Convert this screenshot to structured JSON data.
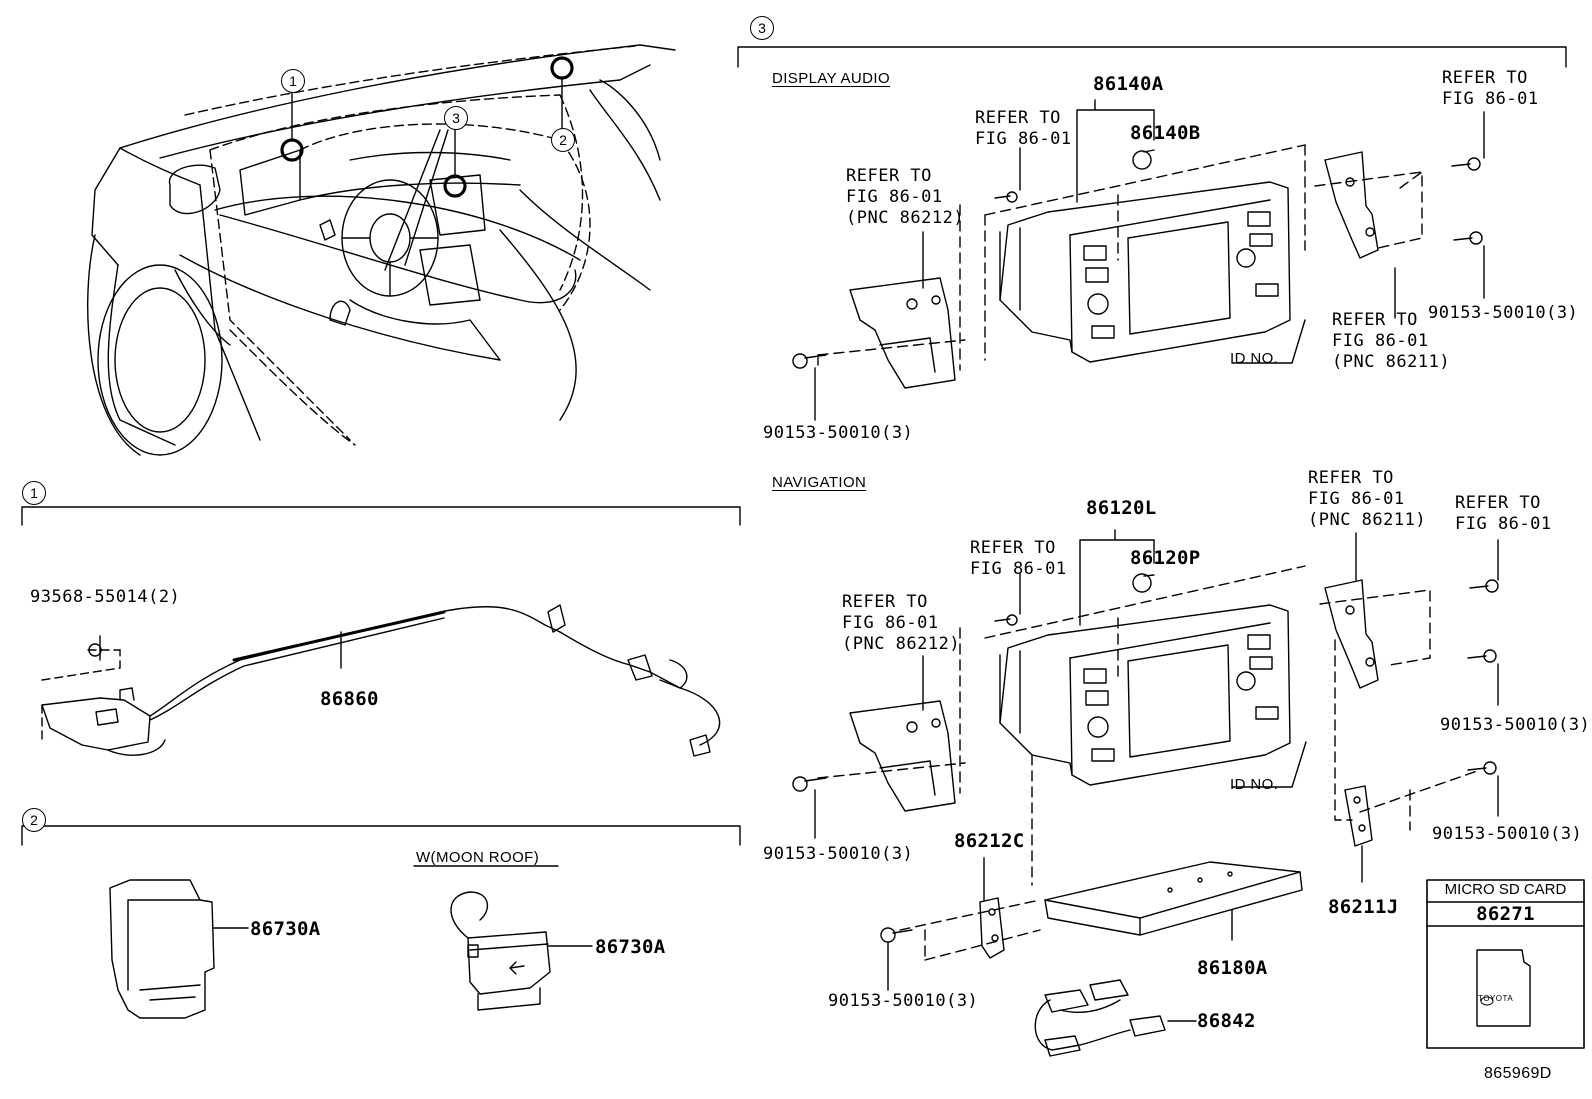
{
  "callouts": {
    "one": "1",
    "two": "2",
    "three": "3"
  },
  "section3": {
    "display_audio": {
      "heading": "DISPLAY AUDIO",
      "unit_pn": "86140A",
      "unit_sub_pn": "86140B",
      "ref_left": [
        "REFER TO",
        "FIG 86-01",
        "(PNC 86212)"
      ],
      "ref_mid": [
        "REFER TO",
        "FIG 86-01"
      ],
      "ref_right_top": [
        "REFER TO",
        "FIG 86-01"
      ],
      "ref_right_bottom": [
        "REFER TO",
        "FIG 86-01",
        "(PNC 86211)"
      ],
      "screw_left": "90153-50010(3)",
      "screw_right": "90153-50010(3)",
      "id_no": "ID NO."
    },
    "navigation": {
      "heading": "NAVIGATION",
      "unit_pn": "86120L",
      "unit_sub_pn": "86120P",
      "ref_left": [
        "REFER TO",
        "FIG 86-01",
        "(PNC 86212)"
      ],
      "ref_mid": [
        "REFER TO",
        "FIG 86-01"
      ],
      "ref_top_right": [
        "REFER TO",
        "FIG 86-01",
        "(PNC 86211)"
      ],
      "ref_far_right": [
        "REFER TO",
        "FIG 86-01"
      ],
      "screw_left": "90153-50010(3)",
      "screw_right_a": "90153-50010(3)",
      "screw_right_b": "90153-50010(3)",
      "screw_bottom": "90153-50010(3)",
      "id_no": "ID NO.",
      "bracket_left_pn": "86212C",
      "bracket_right_pn": "86211J",
      "receiver_pn": "86180A",
      "harness_pn": "86842"
    },
    "sd_card": {
      "header": "MICRO SD CARD",
      "pn": "86271",
      "brand": "TOYOTA"
    }
  },
  "section1": {
    "clip_pn": "93568-55014(2)",
    "antenna_pn": "86860"
  },
  "section2": {
    "moon_roof_label": "W(MOON ROOF)",
    "mic_pn_a": "86730A",
    "mic_pn_b": "86730A"
  },
  "figure_code": "865969D"
}
